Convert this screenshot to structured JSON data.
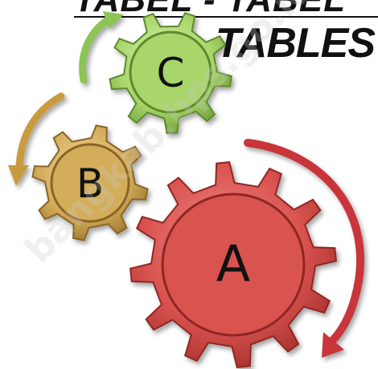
{
  "header": {
    "partial_heading": "TABEL - TABEL",
    "title": "TABLES"
  },
  "gears": [
    {
      "id": "A",
      "label": "A",
      "color": "#d9534f"
    },
    {
      "id": "B",
      "label": "B",
      "color": "#d4ad5a"
    },
    {
      "id": "C",
      "label": "C",
      "color": "#a8d66a"
    }
  ],
  "arrows": [
    {
      "name": "arrow-a",
      "color": "#c8353a"
    },
    {
      "name": "arrow-b",
      "color": "#c99b40"
    },
    {
      "name": "arrow-c",
      "color": "#8cc455"
    }
  ],
  "watermark": "bangkab.bps.go.id"
}
